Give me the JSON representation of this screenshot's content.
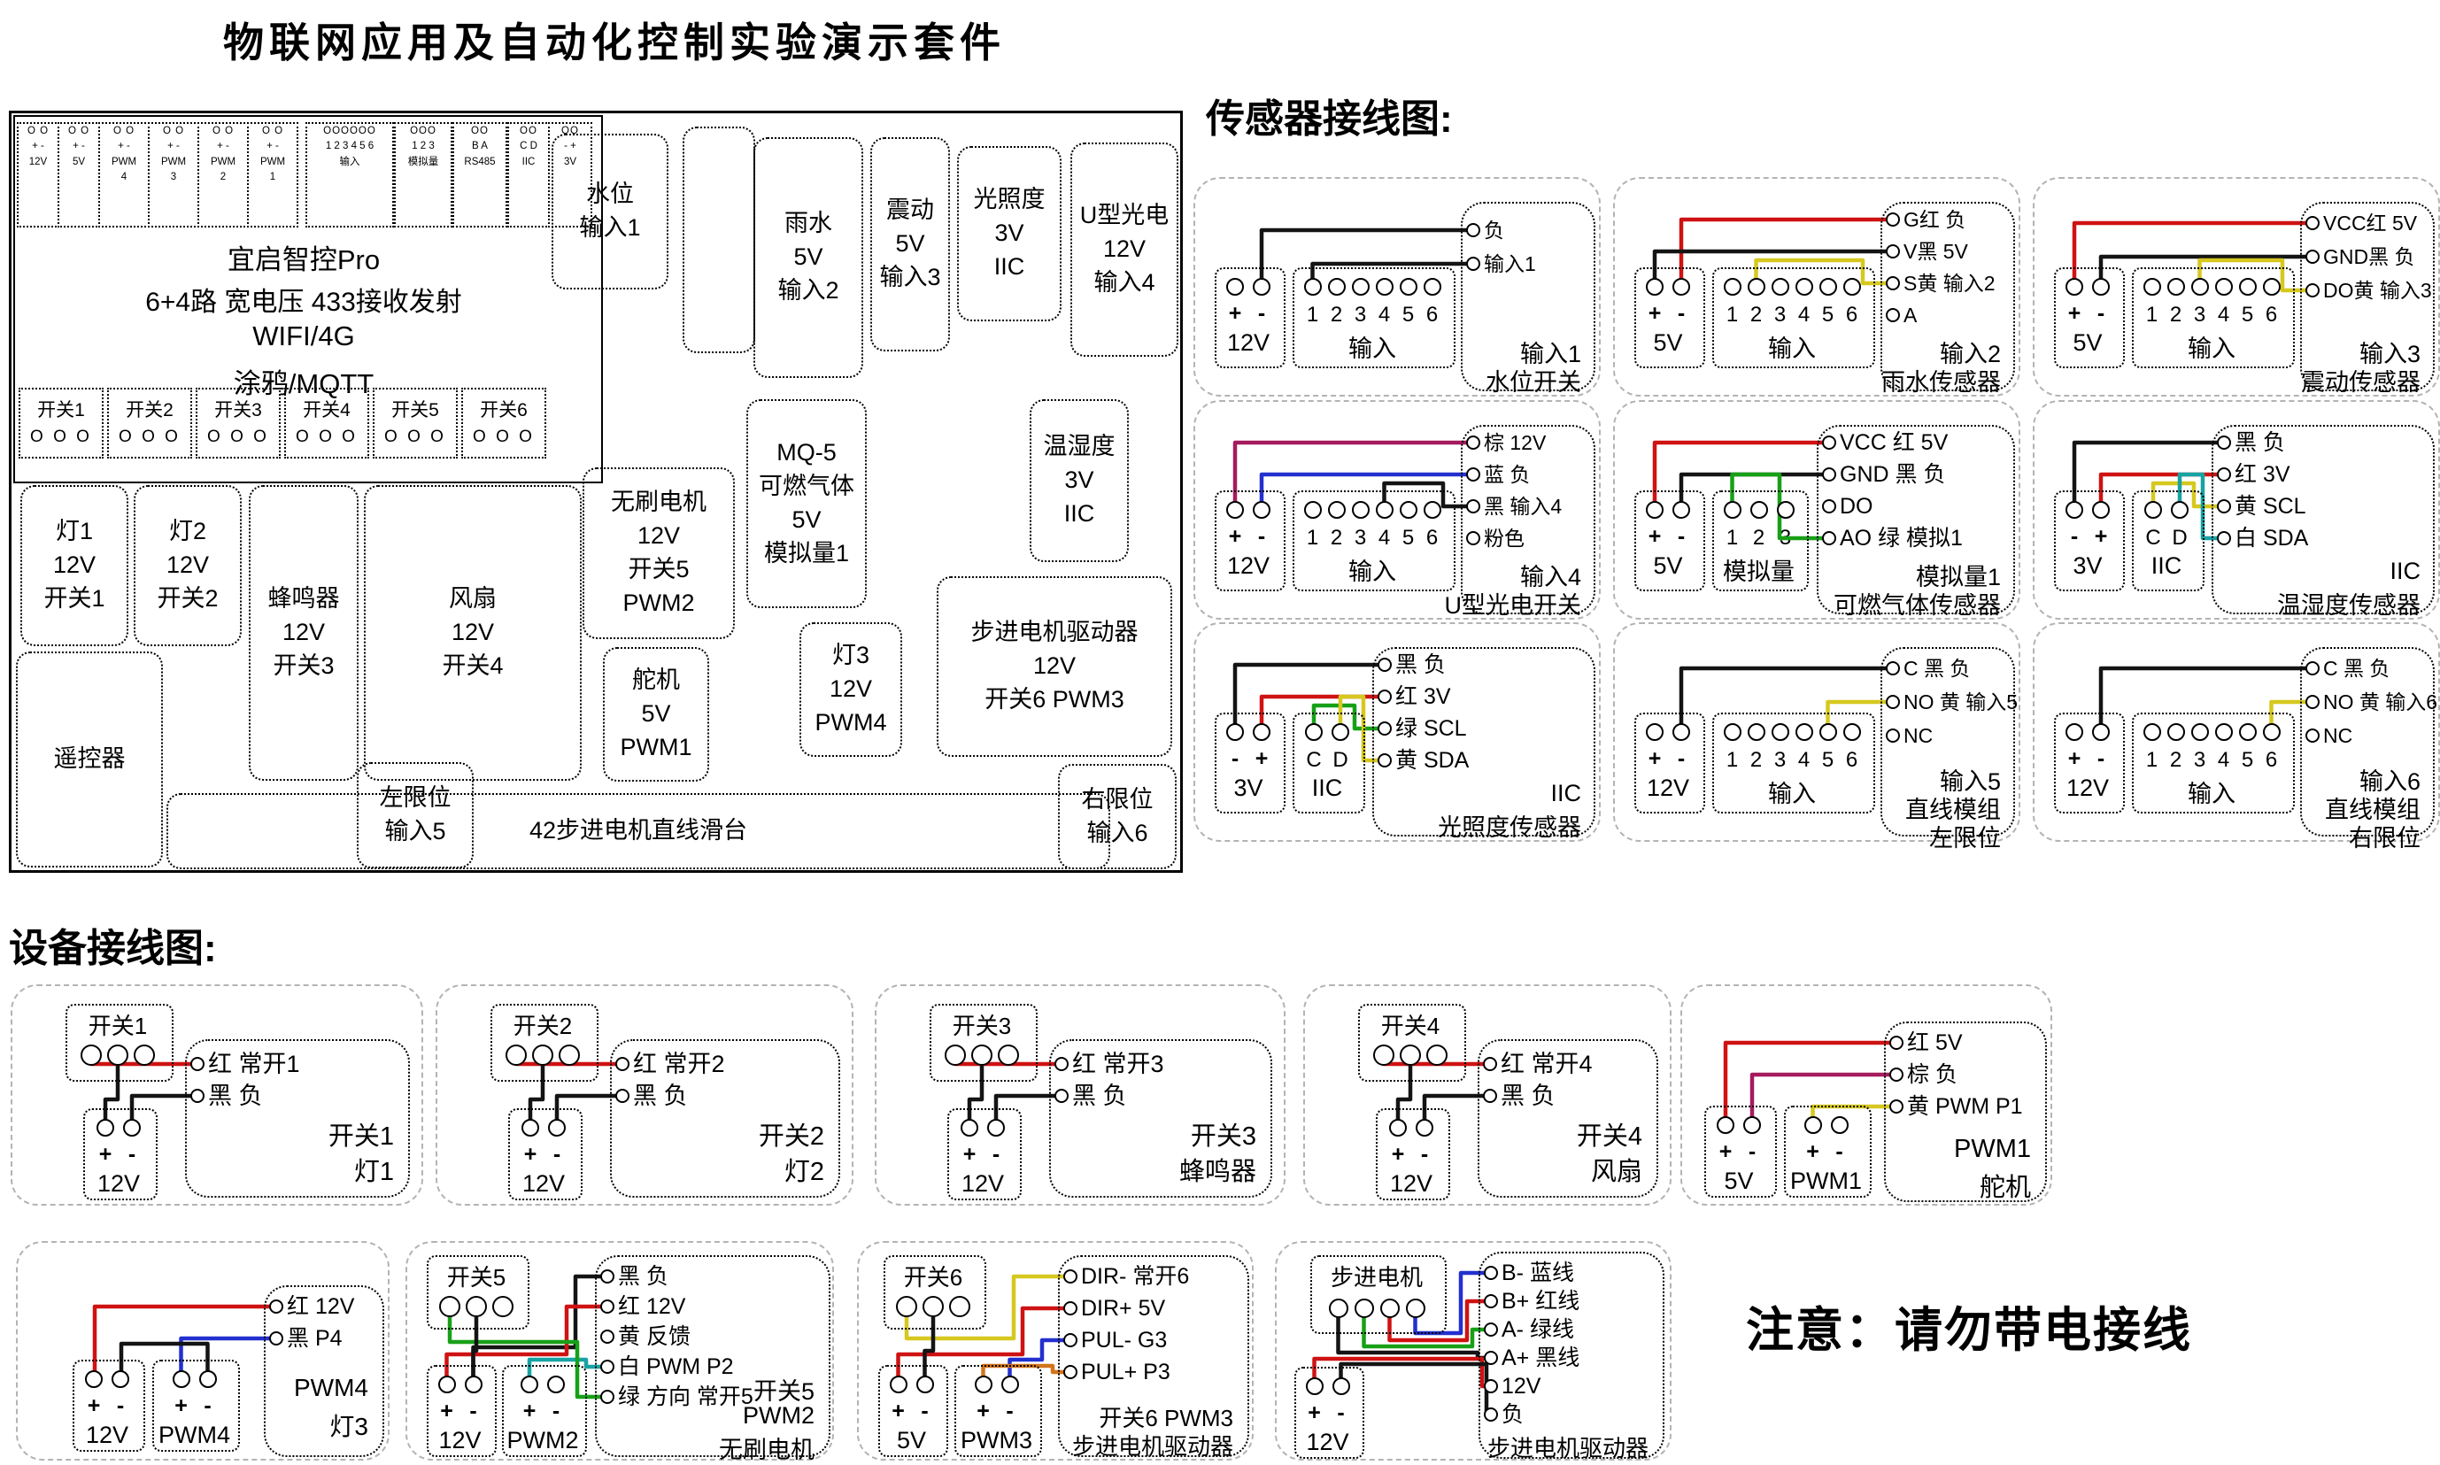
{
  "title": "物联网应用及自动化控制实验演示套件",
  "colors": {
    "red": "#cf1212",
    "black": "#141414",
    "yellow": "#d6c81f",
    "green": "#17a017",
    "blue": "#2330cf",
    "teal": "#17a3a3",
    "maroon": "#a51b5e",
    "orange": "#d2741b",
    "card_border": "#b3b3b3"
  },
  "board": {
    "terminals": [
      {
        "lines": [
          "O O",
          "+  -",
          "12V"
        ]
      },
      {
        "lines": [
          "O O",
          "+  -",
          "5V"
        ]
      },
      {
        "lines": [
          "O O",
          "+  -",
          "PWM",
          "4"
        ]
      },
      {
        "lines": [
          "O O",
          "+  -",
          "PWM",
          "3"
        ]
      },
      {
        "lines": [
          "O O",
          "+  -",
          "PWM",
          "2"
        ]
      },
      {
        "lines": [
          "O O",
          "+  -",
          "PWM",
          "1"
        ]
      },
      {
        "lines": [
          "OOOOOO",
          "1 2 3 4 5 6",
          "输入"
        ]
      },
      {
        "lines": [
          "OOO",
          "1 2 3",
          "模拟量"
        ]
      },
      {
        "lines": [
          "OO",
          "B A",
          "RS485"
        ]
      },
      {
        "lines": [
          "OO",
          "C D",
          "IIC"
        ]
      },
      {
        "lines": [
          "OO",
          "-  +",
          "3V"
        ]
      }
    ],
    "cpu_lines": [
      "宜启智控Pro",
      "6+4路 宽电压 433接收发射",
      "WIFI/4G",
      "涂鸦/MQTT"
    ],
    "switch_row": [
      "开关1",
      "开关2",
      "开关3",
      "开关4",
      "开关5",
      "开关6"
    ],
    "switch_circles": "O O O",
    "modules": [
      {
        "lines": [
          "灯1",
          "12V",
          "开关1"
        ]
      },
      {
        "lines": [
          "灯2",
          "12V",
          "开关2"
        ]
      },
      {
        "lines": [
          "蜂鸣器",
          "12V",
          "开关3"
        ]
      },
      {
        "lines": [
          "风扇",
          "12V",
          "开关4"
        ]
      },
      {
        "lines": [
          "遥控器"
        ]
      },
      {
        "lines": [
          "42步进电机直线滑台"
        ]
      },
      {
        "lines": [
          "左限位",
          "输入5"
        ]
      },
      {
        "lines": [
          "右限位",
          "输入6"
        ]
      },
      {
        "lines": [
          "水位",
          "输入1"
        ]
      },
      {
        "lines": []
      },
      {
        "lines": [
          "雨水",
          "5V",
          "输入2"
        ]
      },
      {
        "lines": [
          "震动",
          "5V",
          "输入3"
        ]
      },
      {
        "lines": [
          "光照度",
          "3V",
          "IIC"
        ]
      },
      {
        "lines": [
          "U型光电",
          "12V",
          "输入4"
        ]
      },
      {
        "lines": [
          "MQ-5",
          "可燃气体",
          "5V",
          "模拟量1"
        ]
      },
      {
        "lines": [
          "温湿度",
          "3V",
          "IIC"
        ]
      },
      {
        "lines": [
          "无刷电机",
          "12V",
          "开关5",
          "PWM2"
        ]
      },
      {
        "lines": [
          "舵机",
          "5V",
          "PWM1"
        ]
      },
      {
        "lines": [
          "灯3",
          "12V",
          "PWM4"
        ]
      },
      {
        "lines": [
          "步进电机驱动器",
          "12V",
          "开关6 PWM3"
        ]
      }
    ]
  },
  "sensor_section": {
    "heading": "传感器接线图:",
    "cards": [
      {
        "blocks": [
          {
            "type": "power",
            "signs": [
              "+",
              "-"
            ],
            "label": "12V"
          },
          {
            "type": "io",
            "digits": [
              "1",
              "2",
              "3",
              "4",
              "5",
              "6"
            ],
            "label": "输入"
          }
        ],
        "pins": [
          {
            "text": "负",
            "wire": "black",
            "to": [
              0,
              1
            ]
          },
          {
            "text": "输入1",
            "wire": "black",
            "to": [
              1,
              0
            ]
          }
        ],
        "names": [
          "输入1",
          "水位开关"
        ]
      },
      {
        "blocks": [
          {
            "type": "power",
            "signs": [
              "+",
              "-"
            ],
            "label": "5V"
          },
          {
            "type": "io",
            "digits": [
              "1",
              "2",
              "3",
              "4",
              "5",
              "6"
            ],
            "label": "输入"
          }
        ],
        "pins": [
          {
            "text": "G红 负",
            "wire": "red",
            "to": [
              0,
              1
            ]
          },
          {
            "text": "V黑 5V",
            "wire": "black",
            "to": [
              0,
              0
            ]
          },
          {
            "text": "S黄 输入2",
            "wire": "yellow",
            "to": [
              1,
              1
            ]
          },
          {
            "text": "A",
            "wire": null,
            "to": null
          }
        ],
        "names": [
          "输入2",
          "雨水传感器"
        ]
      },
      {
        "blocks": [
          {
            "type": "power",
            "signs": [
              "+",
              "-"
            ],
            "label": "5V"
          },
          {
            "type": "io",
            "digits": [
              "1",
              "2",
              "3",
              "4",
              "5",
              "6"
            ],
            "label": "输入"
          }
        ],
        "pins": [
          {
            "text": "VCC红 5V",
            "wire": "red",
            "to": [
              0,
              0
            ]
          },
          {
            "text": "GND黑 负",
            "wire": "black",
            "to": [
              0,
              1
            ]
          },
          {
            "text": "DO黄 输入3",
            "wire": "yellow",
            "to": [
              1,
              2
            ]
          }
        ],
        "names": [
          "输入3",
          "震动传感器"
        ]
      },
      {
        "blocks": [
          {
            "type": "power",
            "signs": [
              "+",
              "-"
            ],
            "label": "12V"
          },
          {
            "type": "io",
            "digits": [
              "1",
              "2",
              "3",
              "4",
              "5",
              "6"
            ],
            "label": "输入"
          }
        ],
        "pins": [
          {
            "text": "棕 12V",
            "wire": "maroon",
            "to": [
              0,
              0
            ]
          },
          {
            "text": "蓝 负",
            "wire": "blue",
            "to": [
              0,
              1
            ]
          },
          {
            "text": "黑 输入4",
            "wire": "black",
            "to": [
              1,
              3
            ]
          },
          {
            "text": "粉色",
            "wire": null,
            "to": null
          }
        ],
        "names": [
          "输入4",
          "U型光电开关"
        ]
      },
      {
        "blocks": [
          {
            "type": "power",
            "signs": [
              "+",
              "-"
            ],
            "label": "5V"
          },
          {
            "type": "io",
            "digits": [
              "1",
              "2",
              "3"
            ],
            "label": "模拟量"
          }
        ],
        "pins": [
          {
            "text": "VCC 红 5V",
            "wire": "red",
            "to": [
              0,
              0
            ]
          },
          {
            "text": "GND 黑 负",
            "wire": "black",
            "to": [
              0,
              1
            ]
          },
          {
            "text": "DO",
            "wire": null,
            "to": null
          },
          {
            "text": "AO 绿 模拟1",
            "wire": "green",
            "to": [
              1,
              0
            ]
          }
        ],
        "names": [
          "模拟量1",
          "可燃气体传感器"
        ]
      },
      {
        "blocks": [
          {
            "type": "power",
            "signs": [
              "-",
              "+"
            ],
            "label": "3V"
          },
          {
            "type": "io",
            "digits": [
              "C",
              "D"
            ],
            "label": "IIC"
          }
        ],
        "pins": [
          {
            "text": "黑 负",
            "wire": "black",
            "to": [
              0,
              0
            ]
          },
          {
            "text": "红 3V",
            "wire": "red",
            "to": [
              0,
              1
            ]
          },
          {
            "text": "黄 SCL",
            "wire": "yellow",
            "to": [
              1,
              0
            ]
          },
          {
            "text": "白 SDA",
            "wire": "teal",
            "to": [
              1,
              1
            ]
          }
        ],
        "names": [
          "IIC",
          "温湿度传感器"
        ]
      },
      {
        "blocks": [
          {
            "type": "power",
            "signs": [
              "-",
              "+"
            ],
            "label": "3V"
          },
          {
            "type": "io",
            "digits": [
              "C",
              "D"
            ],
            "label": "IIC"
          }
        ],
        "pins": [
          {
            "text": "黑 负",
            "wire": "black",
            "to": [
              0,
              0
            ]
          },
          {
            "text": "红 3V",
            "wire": "red",
            "to": [
              0,
              1
            ]
          },
          {
            "text": "绿 SCL",
            "wire": "green",
            "to": [
              1,
              0
            ]
          },
          {
            "text": "黄 SDA",
            "wire": "yellow",
            "to": [
              1,
              1
            ]
          }
        ],
        "names": [
          "IIC",
          "光照度传感器"
        ]
      },
      {
        "blocks": [
          {
            "type": "power",
            "signs": [
              "+",
              "-"
            ],
            "label": "12V"
          },
          {
            "type": "io",
            "digits": [
              "1",
              "2",
              "3",
              "4",
              "5",
              "6"
            ],
            "label": "输入"
          }
        ],
        "pins": [
          {
            "text": "C 黑 负",
            "wire": "black",
            "to": [
              0,
              1
            ]
          },
          {
            "text": "NO 黄 输入5",
            "wire": "yellow",
            "to": [
              1,
              4
            ]
          },
          {
            "text": "NC",
            "wire": null,
            "to": null
          }
        ],
        "names": [
          "输入5",
          "直线模组",
          "左限位"
        ]
      },
      {
        "blocks": [
          {
            "type": "power",
            "signs": [
              "+",
              "-"
            ],
            "label": "12V"
          },
          {
            "type": "io",
            "digits": [
              "1",
              "2",
              "3",
              "4",
              "5",
              "6"
            ],
            "label": "输入"
          }
        ],
        "pins": [
          {
            "text": "C 黑 负",
            "wire": "black",
            "to": [
              0,
              1
            ]
          },
          {
            "text": "NO 黄 输入6",
            "wire": "yellow",
            "to": [
              1,
              5
            ]
          },
          {
            "text": "NC",
            "wire": null,
            "to": null
          }
        ],
        "names": [
          "输入6",
          "直线模组",
          "右限位"
        ]
      }
    ]
  },
  "device_section": {
    "heading": "设备接线图:",
    "warning": "注意：请勿带电接线",
    "cards": [
      {
        "blocks": [
          {
            "type": "switch",
            "label": "开关1",
            "n": 3
          },
          {
            "type": "power",
            "signs": [
              "+",
              "-"
            ],
            "label": "12V"
          }
        ],
        "pins": [
          {
            "text": "红 常开1",
            "wire": "red"
          },
          {
            "text": "黑 负",
            "wire": "black"
          }
        ],
        "names": [
          "开关1",
          "灯1"
        ]
      },
      {
        "blocks": [
          {
            "type": "switch",
            "label": "开关2",
            "n": 3
          },
          {
            "type": "power",
            "signs": [
              "+",
              "-"
            ],
            "label": "12V"
          }
        ],
        "pins": [
          {
            "text": "红 常开2",
            "wire": "red"
          },
          {
            "text": "黑 负",
            "wire": "black"
          }
        ],
        "names": [
          "开关2",
          "灯2"
        ]
      },
      {
        "blocks": [
          {
            "type": "switch",
            "label": "开关3",
            "n": 3
          },
          {
            "type": "power",
            "signs": [
              "+",
              "-"
            ],
            "label": "12V"
          }
        ],
        "pins": [
          {
            "text": "红 常开3",
            "wire": "red"
          },
          {
            "text": "黑 负",
            "wire": "black"
          }
        ],
        "names": [
          "开关3",
          "蜂鸣器"
        ]
      },
      {
        "blocks": [
          {
            "type": "switch",
            "label": "开关4",
            "n": 3
          },
          {
            "type": "power",
            "signs": [
              "+",
              "-"
            ],
            "label": "12V"
          }
        ],
        "pins": [
          {
            "text": "红 常开4",
            "wire": "red"
          },
          {
            "text": "黑 负",
            "wire": "black"
          }
        ],
        "names": [
          "开关4",
          "风扇"
        ]
      },
      {
        "blocks": [
          {
            "type": "power",
            "signs": [
              "+",
              "-"
            ],
            "label": "5V"
          },
          {
            "type": "power",
            "signs": [
              "+",
              "-"
            ],
            "label": "PWM1"
          }
        ],
        "pins": [
          {
            "text": "红 5V",
            "wire": "red"
          },
          {
            "text": "棕 负",
            "wire": "maroon"
          },
          {
            "text": "黄 PWM P1",
            "wire": "yellow"
          }
        ],
        "names": [
          "PWM1",
          "舵机"
        ]
      },
      {
        "blocks": [
          {
            "type": "power",
            "signs": [
              "+",
              "-"
            ],
            "label": "12V"
          },
          {
            "type": "power",
            "signs": [
              "+",
              "-"
            ],
            "label": "PWM4"
          }
        ],
        "pins": [
          {
            "text": "红 12V",
            "wire": "red"
          },
          {
            "text": "黑 P4",
            "wire": "blue"
          }
        ],
        "names": [
          "PWM4",
          "灯3"
        ]
      },
      {
        "blocks": [
          {
            "type": "switch",
            "label": "开关5",
            "n": 3
          },
          {
            "type": "power",
            "signs": [
              "+",
              "-"
            ],
            "label": "12V"
          },
          {
            "type": "power",
            "signs": [
              "+",
              "-"
            ],
            "label": "PWM2"
          }
        ],
        "pins": [
          {
            "text": "黑 负",
            "wire": "black"
          },
          {
            "text": "红 12V",
            "wire": "red"
          },
          {
            "text": "黄 反馈",
            "wire": null
          },
          {
            "text": "白 PWM P2",
            "wire": "teal"
          },
          {
            "text": "绿 方向 常开5",
            "wire": "green"
          }
        ],
        "names": [
          "开关5",
          "PWM2",
          "无刷电机"
        ]
      },
      {
        "blocks": [
          {
            "type": "switch",
            "label": "开关6",
            "n": 3
          },
          {
            "type": "power",
            "signs": [
              "+",
              "-"
            ],
            "label": "5V"
          },
          {
            "type": "power",
            "signs": [
              "+",
              "-"
            ],
            "label": "PWM3"
          }
        ],
        "pins": [
          {
            "text": "DIR-  常开6",
            "wire": "yellow"
          },
          {
            "text": "DIR+  5V",
            "wire": "red"
          },
          {
            "text": "PUL-  G3",
            "wire": "blue"
          },
          {
            "text": "PUL+  P3",
            "wire": "orange"
          }
        ],
        "names": [
          "开关6 PWM3",
          "步进电机驱动器"
        ]
      },
      {
        "blocks": [
          {
            "type": "stepper",
            "label": "步进电机",
            "n": 4
          },
          {
            "type": "power",
            "signs": [
              "+",
              "-"
            ],
            "label": "12V"
          }
        ],
        "pins": [
          {
            "text": "B-  蓝线",
            "wire": "blue"
          },
          {
            "text": "B+ 红线",
            "wire": "red"
          },
          {
            "text": "A-  绿线",
            "wire": "green"
          },
          {
            "text": "A+ 黑线",
            "wire": "black"
          },
          {
            "text": "12V",
            "wire": "red"
          },
          {
            "text": "负",
            "wire": "black"
          }
        ],
        "names": [
          "步进电机驱动器"
        ]
      }
    ]
  }
}
